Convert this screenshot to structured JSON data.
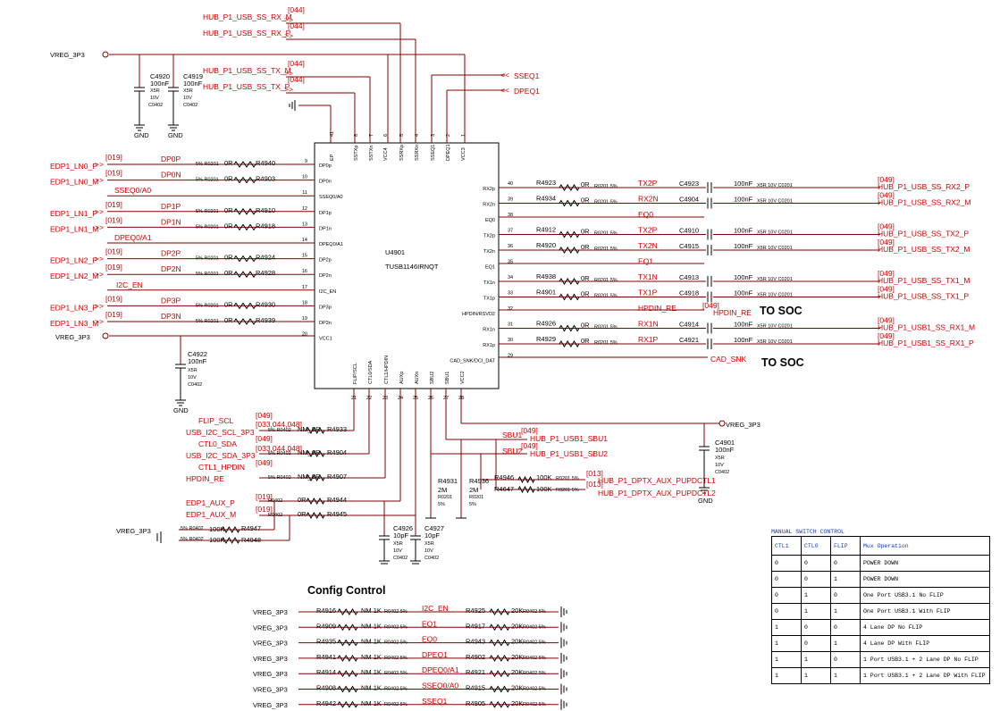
{
  "chip": {
    "ref": "U4901",
    "part": "TUSB1146IRNQT"
  },
  "left_pins": [
    {
      "num": "9",
      "name": "DP0p",
      "net": "EDP1_LN0_P",
      "local": "DP0P",
      "ref": "R4940",
      "val": "0R",
      "pkg": "5% R0201",
      "sheet": "[019]"
    },
    {
      "num": "10",
      "name": "DP0n",
      "net": "EDP1_LN0_M",
      "local": "DP0N",
      "ref": "R4903",
      "val": "0R",
      "pkg": "5% R0201",
      "sheet": "[019]"
    },
    {
      "num": "11",
      "name": "SSEQ0/A0",
      "net": "",
      "local": "SSEQ0/A0",
      "ref": "",
      "val": "",
      "pkg": "",
      "sheet": ""
    },
    {
      "num": "12",
      "name": "DP1p",
      "net": "EDP1_LN1_P",
      "local": "DP1P",
      "ref": "R4910",
      "val": "0R",
      "pkg": "5% R0201",
      "sheet": "[019]"
    },
    {
      "num": "13",
      "name": "DP1n",
      "net": "EDP1_LN1_M",
      "local": "DP1N",
      "ref": "R4918",
      "val": "0R",
      "pkg": "5% R0201",
      "sheet": "[019]"
    },
    {
      "num": "14",
      "name": "DPEQ0/A1",
      "net": "",
      "local": "DPEQ0/A1",
      "ref": "",
      "val": "",
      "pkg": "",
      "sheet": ""
    },
    {
      "num": "15",
      "name": "DP2p",
      "net": "EDP1_LN2_P",
      "local": "DP2P",
      "ref": "R4924",
      "val": "0R",
      "pkg": "5% R0201",
      "sheet": "[019]"
    },
    {
      "num": "16",
      "name": "DP2n",
      "net": "EDP1_LN2_M",
      "local": "DP2N",
      "ref": "R4928",
      "val": "0R",
      "pkg": "5% R0201",
      "sheet": "[019]"
    },
    {
      "num": "17",
      "name": "I2C_EN",
      "net": "",
      "local": "I2C_EN",
      "ref": "",
      "val": "",
      "pkg": "",
      "sheet": ""
    },
    {
      "num": "18",
      "name": "DP3p",
      "net": "EDP1_LN3_P",
      "local": "DP3P",
      "ref": "R4930",
      "val": "0R",
      "pkg": "5% R0201",
      "sheet": "[019]"
    },
    {
      "num": "19",
      "name": "DP3n",
      "net": "EDP1_LN3_M",
      "local": "DP3N",
      "ref": "R4939",
      "val": "0R",
      "pkg": "5% R0201",
      "sheet": "[019]"
    },
    {
      "num": "20",
      "name": "VCC1",
      "net": "VREG_3P3",
      "local": "",
      "ref": "",
      "val": "",
      "pkg": "",
      "sheet": ""
    }
  ],
  "right_pins": [
    {
      "num": "40",
      "name": "RX2p",
      "local": "TX2P",
      "ref": "R4923",
      "cap": "C4923",
      "net": "HUB_P1_USB_SS_RX2_P"
    },
    {
      "num": "39",
      "name": "RX2n",
      "local": "RX2N",
      "ref": "R4934",
      "cap": "C4904",
      "net": "HUB_P1_USB_SS_RX2_M"
    },
    {
      "num": "38",
      "name": "EQ0",
      "local": "EQ0",
      "ref": "",
      "cap": "",
      "net": ""
    },
    {
      "num": "37",
      "name": "TX2p",
      "local": "TX2P",
      "ref": "R4912",
      "cap": "C4910",
      "net": "HUB_P1_USB_SS_TX2_P"
    },
    {
      "num": "36",
      "name": "TX2n",
      "local": "TX2N",
      "ref": "R4920",
      "cap": "C4915",
      "net": "HUB_P1_USB_SS_TX2_M"
    },
    {
      "num": "35",
      "name": "EQ1",
      "local": "EQ1",
      "ref": "",
      "cap": "",
      "net": ""
    },
    {
      "num": "34",
      "name": "TX1n",
      "local": "TX1N",
      "ref": "R4938",
      "cap": "C4913",
      "net": "HUB_P1_USB_SS_TX1_M"
    },
    {
      "num": "33",
      "name": "TX1p",
      "local": "TX1P",
      "ref": "R4901",
      "cap": "C4918",
      "net": "HUB_P1_USB_SS_TX1_P"
    },
    {
      "num": "32",
      "name": "HPDIN/RSVD2",
      "local": "HPDIN_RE",
      "ref": "",
      "cap": "",
      "net": "HPDIN_RE"
    },
    {
      "num": "31",
      "name": "RX1n",
      "local": "RX1N",
      "ref": "R4926",
      "cap": "C4914",
      "net": "HUB_P1_USB1_SS_RX1_M"
    },
    {
      "num": "30",
      "name": "RX1p",
      "local": "RX1P",
      "ref": "R4929",
      "cap": "C4921",
      "net": "HUB_P1_USB1_SS_RX1_P"
    },
    {
      "num": "29",
      "name": "CAD_SNK/DCI_DAT",
      "local": "",
      "ref": "",
      "cap": "",
      "net": "CAD_SNK"
    }
  ],
  "top_pins": [
    {
      "num": "41",
      "name": "EP"
    },
    {
      "num": "8",
      "name": "SSTXp"
    },
    {
      "num": "7",
      "name": "SSTXn"
    },
    {
      "num": "6",
      "name": "VCC4"
    },
    {
      "num": "5",
      "name": "SSRXp"
    },
    {
      "num": "4",
      "name": "SSRXn"
    },
    {
      "num": "3",
      "name": "SSEQ1"
    },
    {
      "num": "2",
      "name": "DPEQ1"
    },
    {
      "num": "1",
      "name": "VCC3"
    }
  ],
  "bottom_pins": [
    {
      "num": "21",
      "name": "FLIP/SCL"
    },
    {
      "num": "22",
      "name": "CTL0/SDA"
    },
    {
      "num": "23",
      "name": "CTL1/HPDIN"
    },
    {
      "num": "24",
      "name": "AUXp"
    },
    {
      "num": "25",
      "name": "AUXn"
    },
    {
      "num": "26",
      "name": "SBU2"
    },
    {
      "num": "27",
      "name": "SBU1"
    },
    {
      "num": "28",
      "name": "VCC2"
    }
  ],
  "top_nets": [
    "HUB_P1_USB_SS_RX_M",
    "HUB_P1_USB_SS_RX_P",
    "HUB_P1_USB_SS_TX_M",
    "HUB_P1_USB_SS_TX_P"
  ],
  "sheet_044": "[044]",
  "sheet_049": "[049]",
  "offpage": {
    "sseq1": "SSEQ1",
    "dpeq1": "DPEQ1"
  },
  "vreg": "VREG_3P3",
  "gnd": "GND",
  "to_soc": "TO SOC",
  "cap_common": {
    "val": "100nF",
    "v": "10V",
    "d": "X5R",
    "pkg_top": "C0402",
    "pkg_right": "C0201",
    "small_val": "10pF"
  },
  "decaps": [
    "C4920",
    "C4919",
    "C4922",
    "C4901",
    "C4926",
    "C4927"
  ],
  "bottom_left": [
    {
      "net": "FLIP_SCL",
      "ref": "R4933",
      "val": "NM_0R"
    },
    {
      "net": "USB_I2C_SCL_3P3",
      "ref": "",
      "val": ""
    },
    {
      "net": "CTL0_SDA",
      "ref": "R4904",
      "val": "NM_0R"
    },
    {
      "net": "USB_I2C_SDA_3P3",
      "ref": "",
      "val": ""
    },
    {
      "net": "CTL1_HPDIN",
      "ref": "R4907",
      "val": "NM_0R"
    },
    {
      "net": "HPDIN_RE",
      "ref": "",
      "val": ""
    },
    {
      "net": "EDP1_AUX_P",
      "ref": "R4944",
      "val": "0R"
    },
    {
      "net": "EDP1_AUX_M",
      "ref": "R4945",
      "val": "0R"
    }
  ],
  "aux_pull": [
    {
      "ref": "R4947",
      "val": "100K"
    },
    {
      "ref": "R4948",
      "val": "100K"
    }
  ],
  "sbu": {
    "sbu1": "SBU1",
    "sbu2": "SBU2",
    "net1": "HUB_P1_USB1_SBU1",
    "net2": "HUB_P1_USB1_SBU2",
    "r1": "R4931",
    "r2": "R4936",
    "rv": "2M",
    "r3": "R4946",
    "r4": "R4647",
    "rv2": "100K",
    "pup1": "HUB_P1_DPTX_AUX_PUPDCTL1",
    "pup2": "HUB_P1_DPTX_AUX_PUPDCTL2"
  },
  "config_title": "Config  Control",
  "config_rows": [
    {
      "vreg": "VREG_3P3",
      "up": "R4916",
      "net": "I2C_EN",
      "down": "R4925"
    },
    {
      "vreg": "VREG_3P3",
      "up": "R4909",
      "net": "EQ1",
      "down": "R4917"
    },
    {
      "vreg": "VREG_3P3",
      "up": "R4935",
      "net": "EQ0",
      "down": "R4943"
    },
    {
      "vreg": "VREG_3P3",
      "up": "R4941",
      "net": "DPEQ1",
      "down": "R4902"
    },
    {
      "vreg": "VREG_3P3",
      "up": "R4914",
      "net": "DPEQ0/A1",
      "down": "R4921"
    },
    {
      "vreg": "VREG_3P3",
      "up": "R4908",
      "net": "SSEQ0/A0",
      "down": "R4915"
    },
    {
      "vreg": "VREG_3P3",
      "up": "R4942",
      "net": "SSEQ1",
      "down": "R4905"
    }
  ],
  "config_vals": {
    "up": "NM  1K",
    "down": "20K",
    "pkg": "R0402 5%"
  },
  "switch_table": {
    "title": "MANUAL SWITCH CONTROL",
    "headers": [
      "CTL1",
      "CTL0",
      "FLIP",
      "Mux Operation"
    ],
    "rows": [
      [
        "0",
        "0",
        "0",
        "POWER DOWN"
      ],
      [
        "0",
        "0",
        "1",
        "POWER DOWN"
      ],
      [
        "0",
        "1",
        "0",
        "One Port USB3.1 No FLIP"
      ],
      [
        "0",
        "1",
        "1",
        "One Port USB3.1 With FLIP"
      ],
      [
        "1",
        "0",
        "0",
        "4 Lane DP No FLIP"
      ],
      [
        "1",
        "0",
        "1",
        "4 Lane DP With FLIP"
      ],
      [
        "1",
        "1",
        "0",
        "1 Port USB3.1 + 2 Lane DP No FLIP"
      ],
      [
        "1",
        "1",
        "1",
        "1 Port USB3.1 + 2 Lane DP With FLIP"
      ]
    ]
  }
}
